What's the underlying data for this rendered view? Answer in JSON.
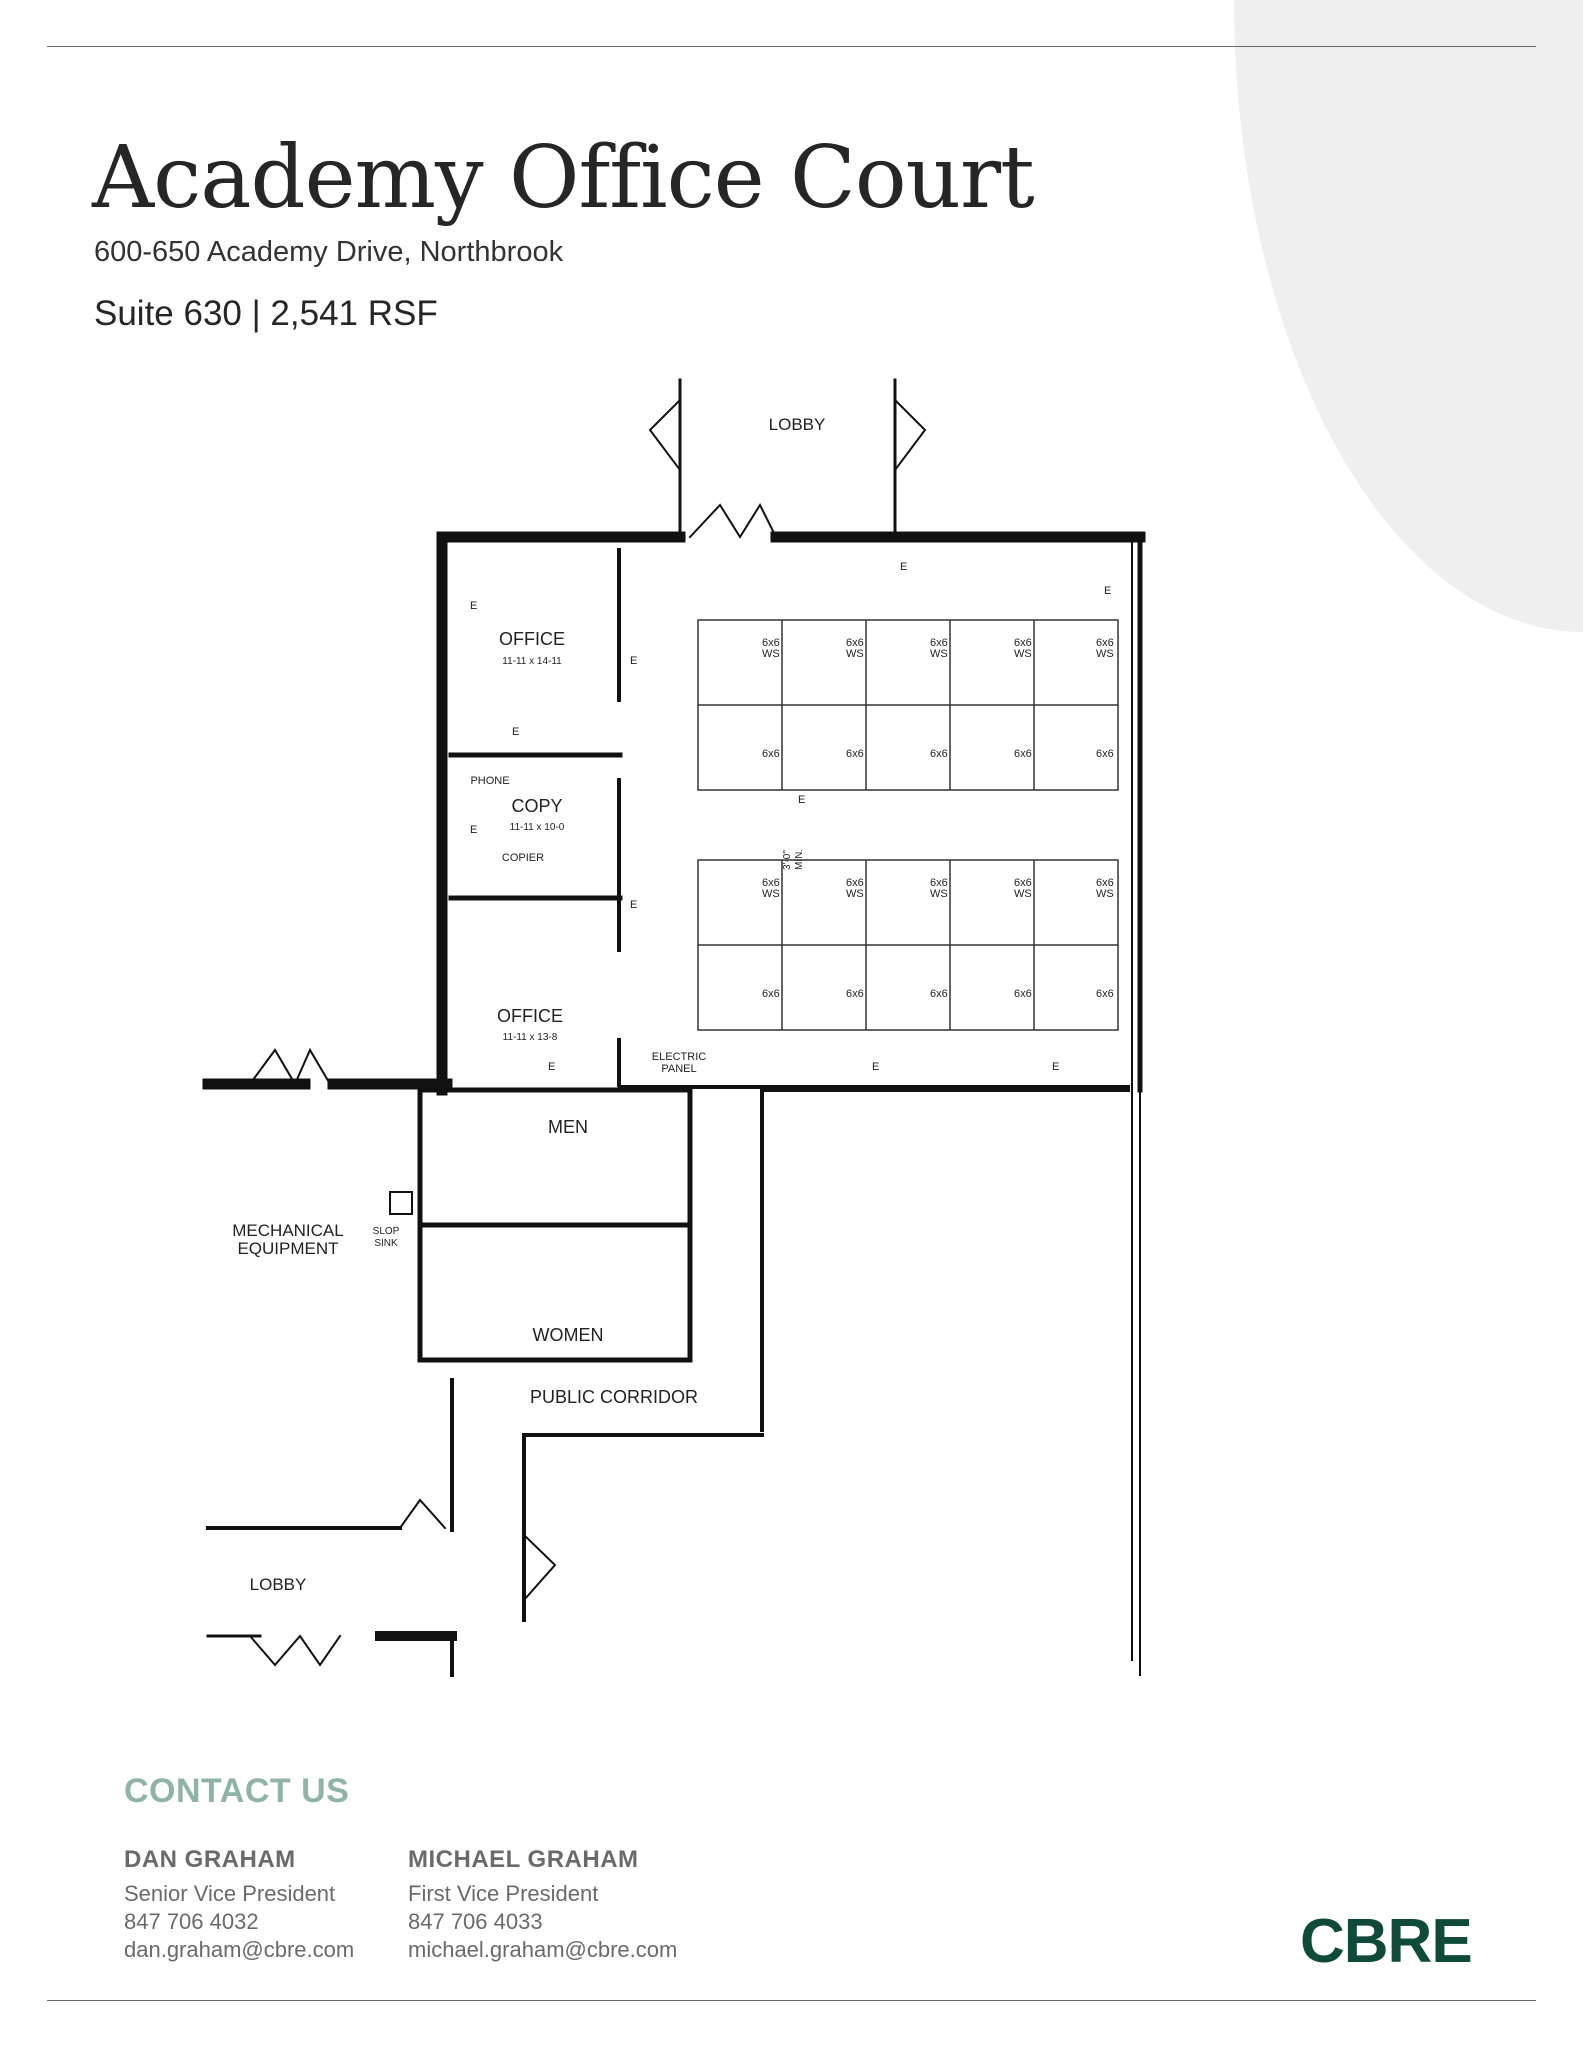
{
  "header": {
    "title": "Academy Office Court",
    "address": "600-650 Academy Drive, Northbrook",
    "suite": "Suite 630 | 2,541 RSF"
  },
  "floorplan": {
    "lobby_top": "LOBBY",
    "office_1": "OFFICE",
    "office_1_dims": "11-11 x 14-11",
    "phone": "PHONE",
    "copy": "COPY",
    "copy_dims": "11-11 x 10-0",
    "copier": "COPIER",
    "office_2": "OFFICE",
    "office_2_dims": "11-11 x 13-8",
    "electric_panel_1": "ELECTRIC",
    "electric_panel_2": "PANEL",
    "clearance_1": "3'-0\"",
    "clearance_2": "MIN.",
    "ws_size": "6x6",
    "ws_label": "WS",
    "outlet_label": "E",
    "men": "MEN",
    "women": "WOMEN",
    "mechanical_1": "MECHANICAL",
    "mechanical_2": "EQUIPMENT",
    "slop_sink_1": "SLOP",
    "slop_sink_2": "SINK",
    "public_corridor": "PUBLIC CORRIDOR",
    "lobby_bottom": "LOBBY"
  },
  "contact": {
    "heading": "CONTACT US",
    "people": [
      {
        "name": "DAN GRAHAM",
        "title": "Senior Vice President",
        "phone": "847 706 4032",
        "email": "dan.graham@cbre.com"
      },
      {
        "name": "MICHAEL GRAHAM",
        "title": "First Vice President",
        "phone": "847 706 4033",
        "email": "michael.graham@cbre.com"
      }
    ]
  },
  "brand": {
    "logo": "CBRE",
    "logo_color": "#0f4a3a",
    "accent": "#8fb3a4"
  }
}
